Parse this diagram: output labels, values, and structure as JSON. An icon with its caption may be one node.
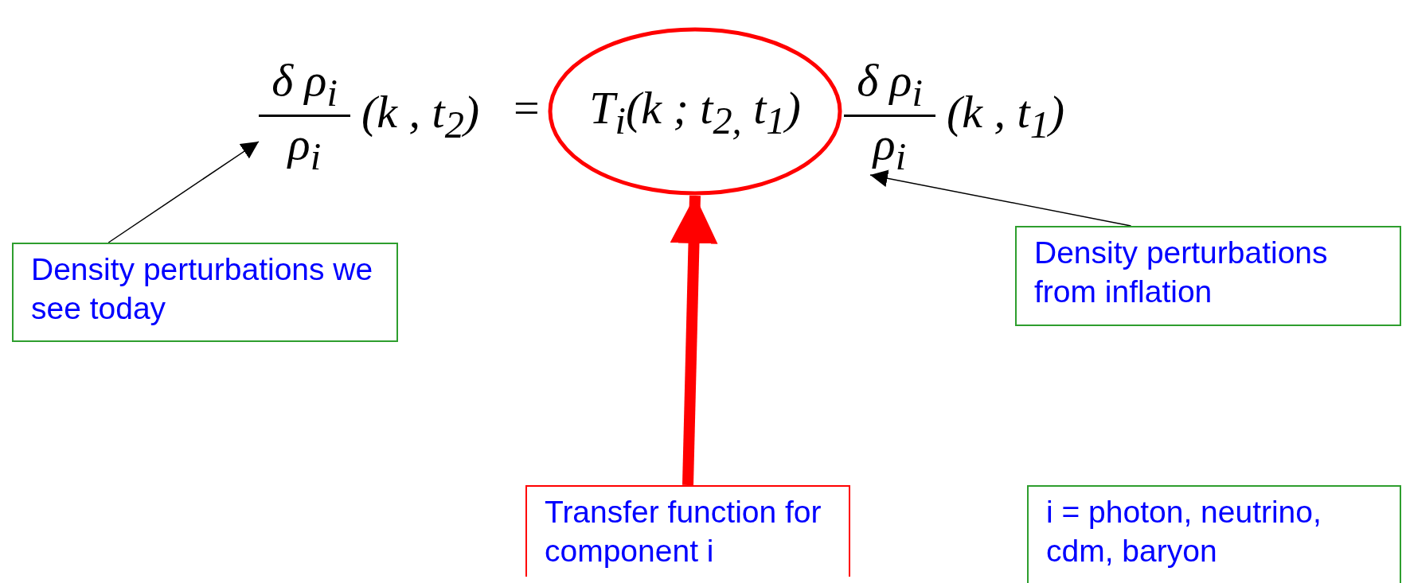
{
  "diagram": {
    "nodes": [
      {
        "text": [
          "δ ρ$_{i}$",
          "ρ$_{i}$",
          "(k , t$_{2}$)"
        ]
      },
      {
        "text": [
          "T$_{i}$(k ; t$_{2,}$ t$_{1}$)"
        ]
      },
      {
        "text": [
          "δ ρ$_{i}$",
          "ρ$_{i}$",
          "(k , t$_{1}$)"
        ]
      },
      {
        "text": [
          "Density perturbations we see today"
        ]
      },
      {
        "text": [
          "Density perturbations from inflation"
        ]
      },
      {
        "text": [
          "Transfer function for component i"
        ]
      },
      {
        "text": [
          "i = photon, neutrino, cdm, baryon"
        ]
      }
    ],
    "edges": [
      {
        "from": 3,
        "to": 0,
        "arrow": "to"
      },
      {
        "from": 4,
        "to": 2,
        "arrow": "to"
      },
      {
        "from": 5,
        "to": 1,
        "arrow": "to",
        "style": "thick",
        "color": "#ff0000"
      }
    ],
    "labels": [
      "="
    ]
  }
}
